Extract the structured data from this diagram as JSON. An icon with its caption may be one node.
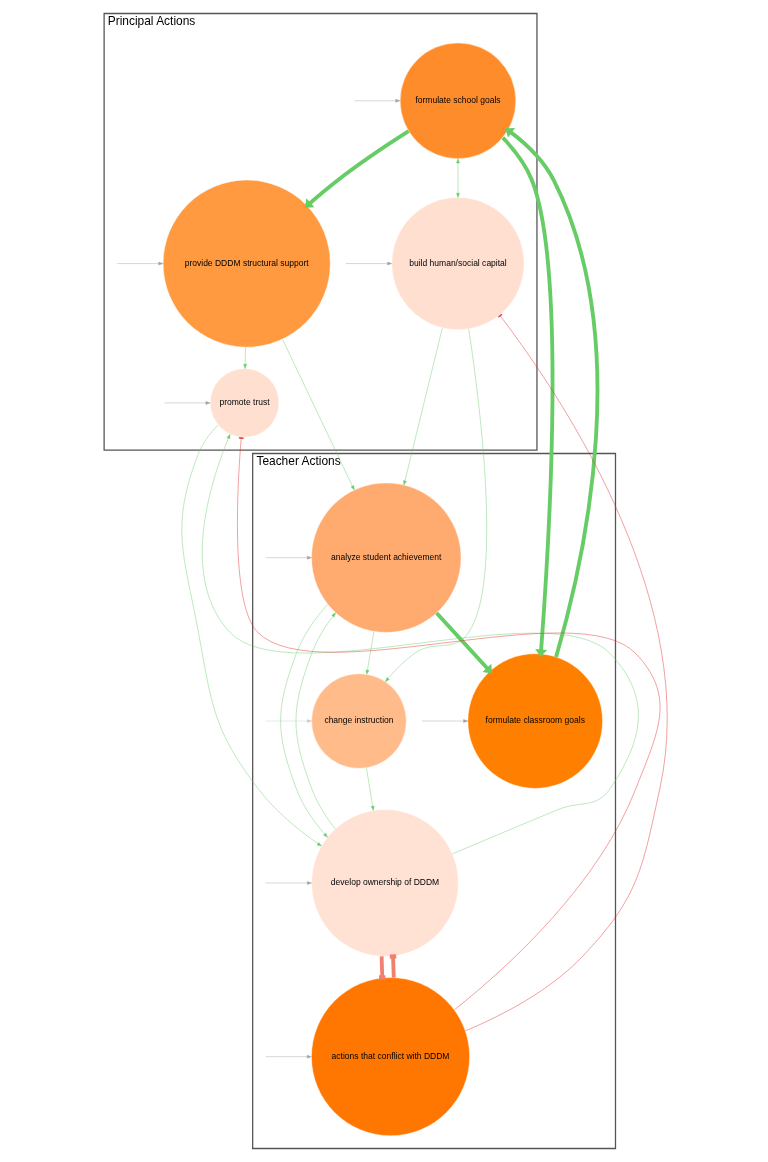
{
  "diagram": {
    "nodes": [
      {
        "text": [
          "Principal Actions"
        ]
      },
      {
        "text": [
          "formulate school goals"
        ],
        "in": 0
      },
      {
        "text": [
          "provide DDDM structural support"
        ],
        "in": 0
      },
      {
        "text": [
          "build human/social capital"
        ],
        "in": 0
      },
      {
        "text": [
          "promote trust"
        ],
        "in": 0
      },
      {
        "text": [
          "Teacher Actions"
        ]
      },
      {
        "text": [
          "formulate classroom goals"
        ],
        "in": 5
      },
      {
        "text": [
          "analyze student achievement"
        ],
        "in": 5
      },
      {
        "text": [
          "change instruction"
        ],
        "in": 5
      },
      {
        "text": [
          "develop ownership of DDDM"
        ],
        "in": 5
      },
      {
        "text": [
          "actions that conflict with DDDM"
        ],
        "in": 5
      }
    ],
    "edges": [
      {
        "from": null,
        "to": 1,
        "arrow": "to",
        "color": "#a0a0a0"
      },
      {
        "from": null,
        "to": 2,
        "arrow": "to",
        "color": "#a0a0a0"
      },
      {
        "from": null,
        "to": 3,
        "arrow": "to",
        "color": "#a0a0a0"
      },
      {
        "from": null,
        "to": 4,
        "arrow": "to",
        "color": "#a0a0a0"
      },
      {
        "from": null,
        "to": 6,
        "arrow": "to",
        "color": "#a0a0a0"
      },
      {
        "from": null,
        "to": 7,
        "arrow": "to",
        "color": "#a0a0a0"
      },
      {
        "from": null,
        "to": 8,
        "arrow": "to",
        "color": "#c8c8c8"
      },
      {
        "from": null,
        "to": 9,
        "arrow": "to",
        "color": "#a0a0a0"
      },
      {
        "from": null,
        "to": 10,
        "arrow": "to",
        "color": "#a0a0a0"
      },
      {
        "from": 1,
        "to": 2,
        "arrow": "to",
        "style": "thick"
      },
      {
        "from": 1,
        "to": 3,
        "arrow": "both"
      },
      {
        "from": 2,
        "to": 4,
        "arrow": "to"
      },
      {
        "from": 1,
        "to": 6,
        "arrow": "to",
        "style": "thick"
      },
      {
        "from": 6,
        "to": 1,
        "arrow": "to",
        "style": "thick"
      },
      {
        "from": 2,
        "to": 7,
        "arrow": "to"
      },
      {
        "from": 3,
        "to": 7,
        "arrow": "to"
      },
      {
        "from": 3,
        "to": 8,
        "arrow": "to"
      },
      {
        "from": 10,
        "to": 3,
        "arrow": "other",
        "color": "#e02020"
      },
      {
        "from": 10,
        "to": 4,
        "arrow": "other",
        "color": "#e02020"
      },
      {
        "from": 4,
        "to": 9,
        "arrow": "to"
      },
      {
        "from": 9,
        "to": 4,
        "arrow": "to"
      },
      {
        "from": 7,
        "to": 6,
        "arrow": "to",
        "style": "thick"
      },
      {
        "from": 7,
        "to": 8,
        "arrow": "to"
      },
      {
        "from": 7,
        "to": 9,
        "arrow": "to"
      },
      {
        "from": 9,
        "to": 7,
        "arrow": "to"
      },
      {
        "from": 8,
        "to": 9,
        "arrow": "to"
      },
      {
        "from": 10,
        "to": 9,
        "arrow": "other",
        "color": "#f08070",
        "style": "thick"
      },
      {
        "from": 9,
        "to": 10,
        "arrow": "other",
        "color": "#f08070",
        "style": "thick"
      }
    ]
  }
}
